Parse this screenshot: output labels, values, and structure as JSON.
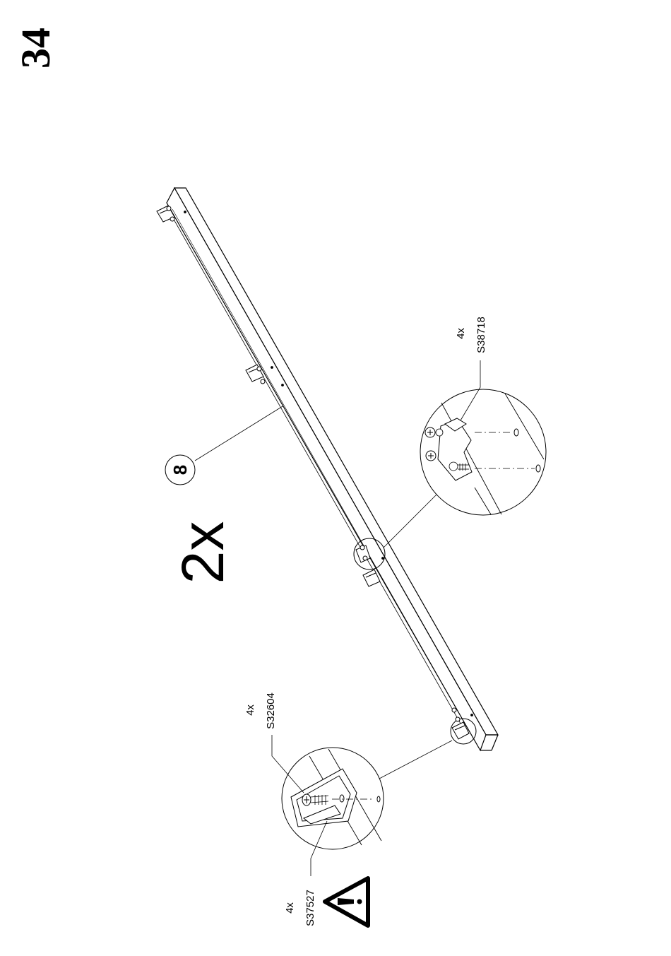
{
  "page": {
    "step_number": "34",
    "quantity_multiplier": "2x",
    "part_number": "8"
  },
  "callouts": {
    "top_right": {
      "quantity": "4x",
      "code": "S38718"
    },
    "bottom_screw": {
      "quantity": "4x",
      "code": "S32604"
    },
    "bottom_bracket": {
      "quantity": "4x",
      "code": "S37527"
    }
  },
  "icons": {
    "warning": "warning-triangle-icon"
  }
}
